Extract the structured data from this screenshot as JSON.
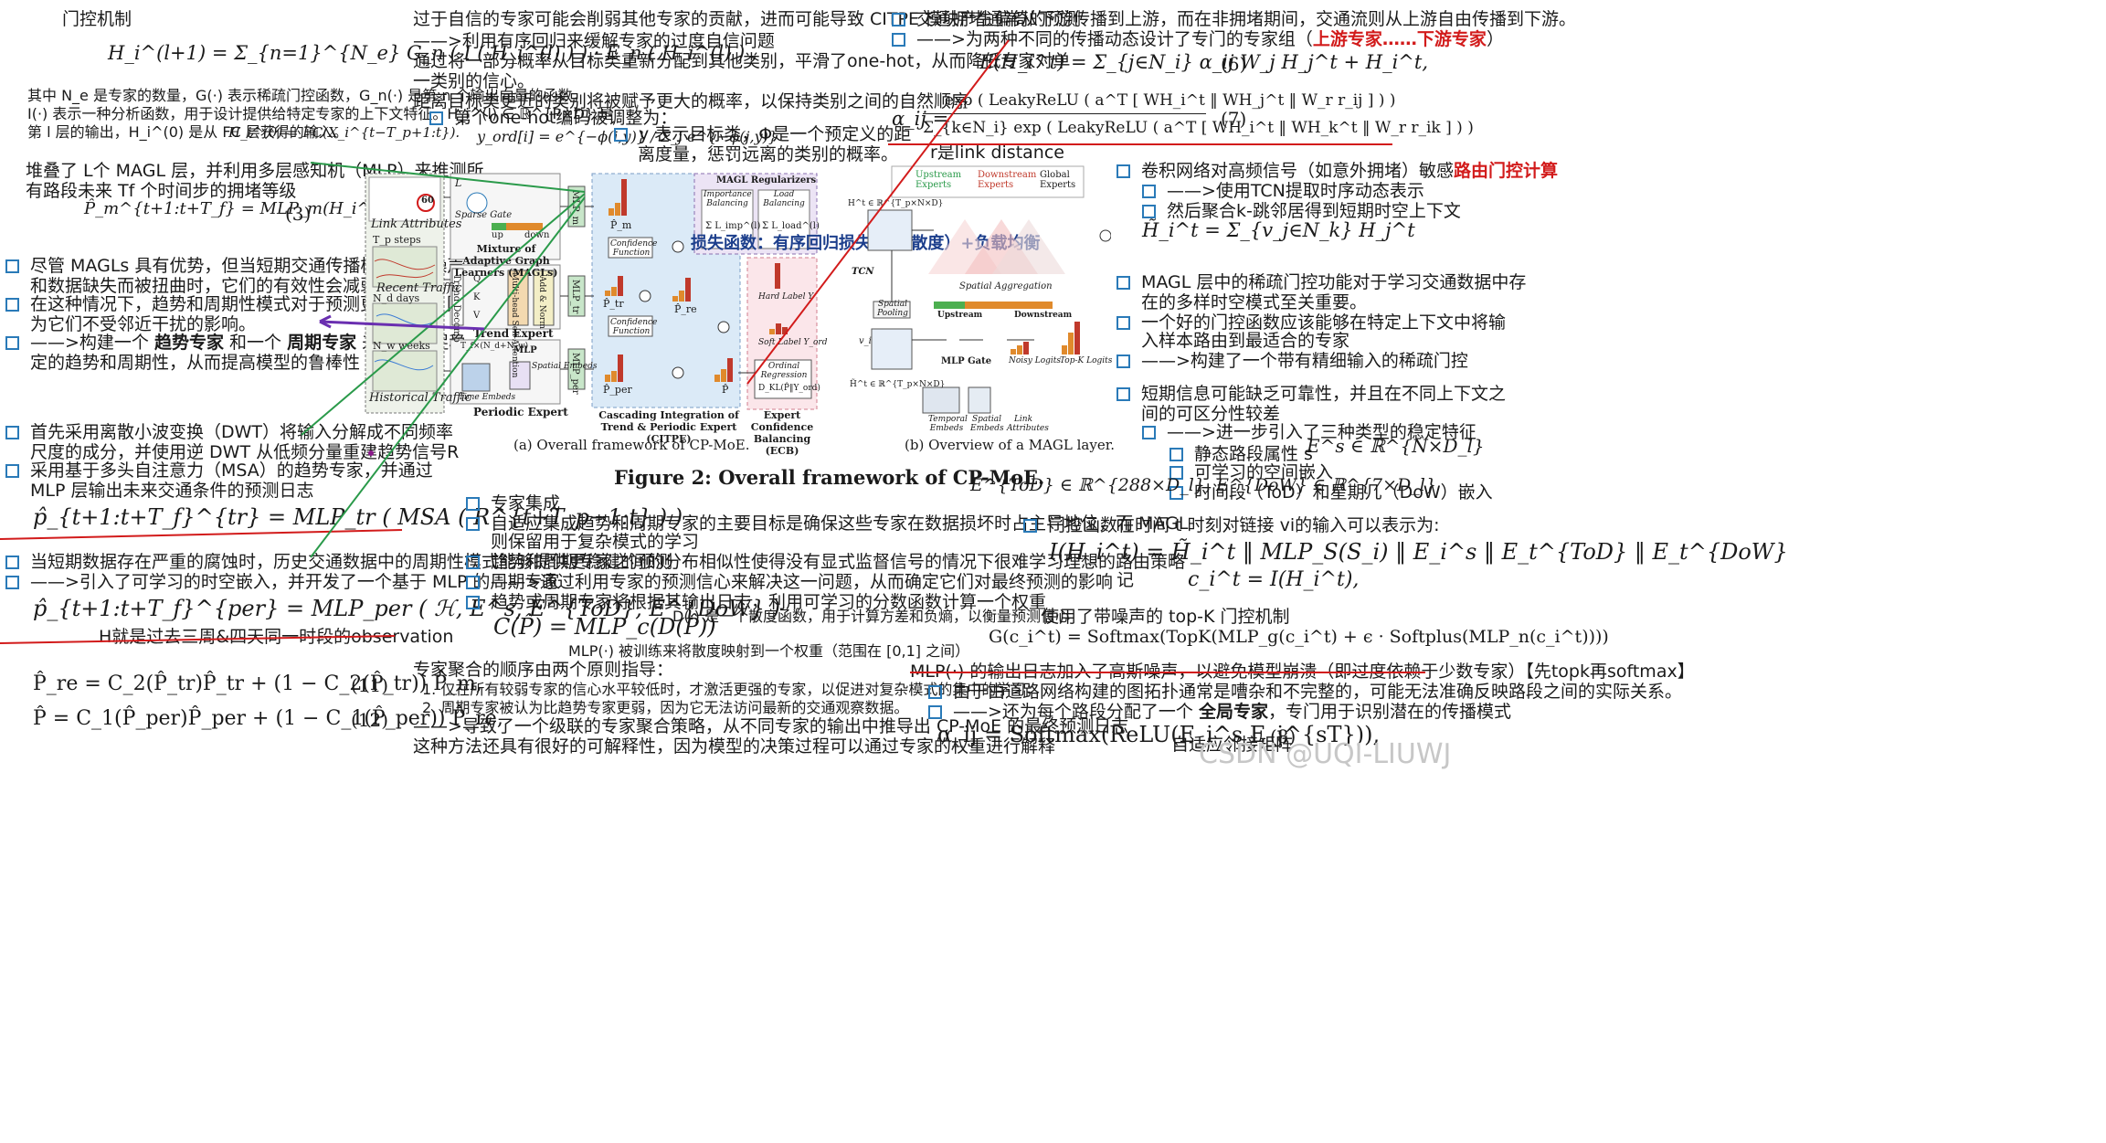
{
  "col1": {
    "heading": "门控机制",
    "eq_gate": "H_i^(l+1) = Σ_{n=1}^{N_e} G_n ( I ( H_i^(l) ) ) · E_n ( H_i^(l) ) ,",
    "para_1": "其中 N_e 是专家的数量，G(·) 表示稀疏门控函数，G_n(·) 是第 n 个输出向量的函数，",
    "para_2": "I(·) 表示一种分析函数，用于设计提供给特定专家的上下文特征。H_i^(l) ∈ ℝ^{P×D} 是",
    "para_3": "第 l 层的输出，H_i^(0) 是从 FC 层获得的输入。",
    "eq_fc": "H_i^(0) = FC(X_i^{t−T_p+1:t}).",
    "para_4": "堆叠了 L个 MAGL 层，并利用多层感知机（MLP）来推测所",
    "para_5": "有路段未来 Tf 个时间步的拥堵等级",
    "eq_mlp": "P̂_m^{t+1:t+T_f} = MLP_m(H_i^(L)).",
    "eqnum_3": "(3)",
    "items_a": [
      "尽管 MAGLs 具有优势，但当短期交通传播模式由于噪声",
      "和数据缺失而被扭曲时，它们的有效性会减弱",
      "在这种情况下，趋势和周期性模式对于预测更为有用，因",
      "为它们不受邻近干扰的影响。"
    ],
    "item_c_pre": "——>构建一个 ",
    "item_c_b1": "趋势专家",
    "item_c_mid": " 和一个 ",
    "item_c_b2": "周期专家",
    "item_c_post": " 来分别捕捉稳",
    "item_c_line2": "定的趋势和周期性，从而提高模型的鲁棒性",
    "items_b": [
      "首先采用离散小波变换（DWT）将输入分解成不同频率",
      "尺度的成分，并使用逆 DWT 从低频分量重建趋势信号R",
      "采用基于多头自注意力（MSA）的趋势专家，并通过",
      "MLP 层输出未来交通条件的预测日志"
    ],
    "eq_tr": "p̂_{t+1:t+T_f}^{tr} = MLP_tr ( MSA ( R^{t+T_p−1:t} ) )",
    "items_c": [
      "当短期数据存在严重的腐蚀时，历史交通数据中的周期性模式能够提供更稳健的预测",
      "——>引入了可学习的时空嵌入，并开发了一个基于 MLP 的周期专家"
    ],
    "eq_per": "p̂_{t+1:t+T_f}^{per} = MLP_per ( ℋ, E^s, E^{ToD}, E^{DoW} )",
    "per_note": "H就是过去三周&四天同一时段的observation",
    "eq_11": "P̂_re = C_2(P̂_tr)P̂_tr + (1 − C_2(P̂_tr)) P̂_m,",
    "eqnum_11": "(11)",
    "eq_12": "P̂ = C_1(P̂_per)P̂_per + (1 − C_1(P̂_per)) P̂_re,",
    "eqnum_12": "(12)"
  },
  "col2": {
    "lines_top": [
      "过于自信的专家可能会削弱其他专家的贡献，进而可能导致 CITPE 模块产生偏倚的预测",
      "——>利用有序回归来缓解专家的过度自信问题",
      "通过将一部分概率从目标类重新分配到其他类别，平滑了one-hot，从而降低专家对单",
      "一类别的信心。",
      "距离目标类更近的类别将被赋予更大的概率，以保持类别之间的自然顺序"
    ],
    "item_onehot": "第个one-hot编码被调整为：",
    "eq_yord": "y_ord[i] = e^{−ϕ(i,y)} / Σ_j e^{−ϕ(j,y)}",
    "item_y_1": "y 表示目标类，Φ是一个预定义的距",
    "item_y_2": "离度量，惩罚远离的类别的概率。",
    "loss_note": "损失函数：有序回归损失（KL散度）+负载均衡",
    "panel_a_caption": "(a)  Overall framework of CP-MoE.",
    "fig_title": "Figure 2: Overall framework of CP-MoE.",
    "items_moe": [
      "专家集成",
      "自适应集成趋势和周期专家的主要目标是确保这些专家在数据损坏时占主导地位，而 MAGL",
      "则保留用于复杂模式的学习",
      "趋势和周期专家之间的分布相似性使得没有显式监督信号的情况下很难学习理想的路由策略",
      "——>通过利用专家的预测信心来解决这一问题，从而确定它们对最终预测的影响",
      "趋势或周期专家将根据其输出日志，利用可学习的分数函数计算一个权重"
    ],
    "eq_c": "C(P̂) = MLP_c(D(P̂))",
    "d_note": "D(·) 是一个散度函数，用于计算方差和负熵，以衡量预测信心",
    "mlp_note": "MLP(·) 被训练来将散度映射到一个权重（范围在 [0,1] 之间）",
    "order_1": "专家聚合的顺序由两个原则指导：",
    "order_2": "1.   仅在所有较弱专家的信心水平较低时，才激活更强的专家，以促进对复杂模式的集中的学习；",
    "order_3": "2.   周期专家被认为比趋势专家更弱，因为它无法访问最新的交通观察数据。",
    "order_4": "——>导致了一个级联的专家聚合策略，从不同专家的输出中推导出 CP-MoE 的最终预测日志",
    "order_5": "这种方法还具有很好的可解释性，因为模型的决策过程可以通过专家的权重进行解释"
  },
  "col3": {
    "item_1": "交通拥堵通常从下游传播到上游，而在非拥堵期间，交通流则从上游自由传播到下游。",
    "item_2_pre": "——>为两种不同的传播动态设计了专门的专家组（",
    "item_2_red": "上游专家……下游专家",
    "item_2_post": "）",
    "eq_6": "E(H_i^t) = Σ_{j∈N_i} α_ij W_j H_j^t + H_i^t,",
    "eqnum_6": "(6)",
    "eq_7_num": "exp ( LeakyReLU ( a^T [ WH_i^t ‖ WH_j^t ‖ W_r r_ij ] ) )",
    "eq_7_den": "Σ_{k∈N_i} exp ( LeakyReLU ( a^T [ WH_i^t ‖ WH_k^t ‖ W_r r_ik ] ) )",
    "eq_7_lhs": "α_ij =",
    "eqnum_7": "(7)",
    "r_note": "r是link distance",
    "items_right": [
      "卷积网络对高频信号（如意外拥堵）敏感",
      "——>使用TCN提取时序动态表示",
      "然后聚合k-跳邻居得到短期时空上下文"
    ],
    "red_gate": "路由门控计算",
    "eq_htilde": "H̃_i^t = Σ_{v_j∈N_k} H_j^t",
    "items_right2": [
      "MAGL 层中的稀疏门控功能对于学习交通数据中存",
      "在的多样时空模式至关重要。",
      "一个好的门控函数应该能够在特定上下文中将输",
      "入样本路由到最适合的专家",
      "——>构建了一个带有精细输入的稀疏门控",
      "短期信息可能缺乏可靠性，并且在不同上下文之",
      "间的可区分性较差",
      "——>进一步引入了三种类型的稳定特征",
      "静态路段属性 s",
      "可学习的空间嵌入",
      "时间段（ToD）和星期几（DoW）嵌入"
    ],
    "eq_es": "E^s ∈ ℝ^{N×D_l}",
    "eq_etod": "E^{ToD} ∈ ℝ^{288×D_l}, E^{DoW} ∈ ℝ^{7×D_l}",
    "panel_b_caption": "(b)  Overview of a MAGL layer.",
    "gate_input": "门控函数在时间 t 时刻对链接 vi的输入可以表示为:",
    "eq_I": "I(H_i^t) = H̃_i^t ‖ MLP_S(S_i) ‖ E_i^s ‖ E_t^{ToD} ‖ E_t^{DoW}",
    "ji": "记",
    "eq_c": "c_i^t = I(H_i^t),",
    "noisy_topk": "使用了带噪声的 top-K 门控机制",
    "eq_G": "G(c_i^t) = Softmax(TopK(MLP_g(c_i^t) + ϵ · Softplus(MLP_n(c_i^t))))",
    "mlp_gauss": "MLP(·) 的输出日志加入了高斯噪声，以避免模型崩溃（即过度依赖于少数专家）【先topk再softmax】",
    "items_last": [
      "由于由道路网络构建的图拓扑通常是嘈杂和不完整的，可能无法准确反映路段之间的实际关系。",
      "——>还为每个路段分配了一个 "
    ],
    "global_expert": "全局专家",
    "global_post": "，专门用于识别潜在的传播模式",
    "eq_8": "α_ij = Softmax(ReLU(E_i^s E_j^{sT})),",
    "adj_note": "自适应邻接矩阵",
    "eqnum_8": "(8)"
  },
  "figure_a": {
    "link_attr": "Link Attributes",
    "recent": "Recent Traffic",
    "historical": "Historical Traffic",
    "tp_steps": "T_p steps",
    "nd_days": "N_d days",
    "nw_weeks": "N_w weeks",
    "speed": "60",
    "l_magl": "L",
    "sparse_gate": "Sparse Gate",
    "up": "up",
    "down": "down",
    "magl_title": "Mixture of Adaptive Graph Learners (MAGLs)",
    "trend_decomp": "Trend Decomp",
    "q": "Q",
    "k": "K",
    "v": "V",
    "msa": "Multi-head Self-Attention",
    "addnorm": "Add & Norm",
    "trend_expert": "Trend Expert",
    "tf_nd_nw": "T_f×(N_d+N_w)",
    "mlp": "MLP",
    "spatial_embeds": "Spatial Embeds",
    "time_embeds": "Time Embeds",
    "periodic_expert": "Periodic Expert",
    "mlp_m": "MLP_m",
    "mlp_tr": "MLP_tr",
    "mlp_per": "MLP_per",
    "p_m": "P̂_m",
    "p_tr": "P̂_tr",
    "p_re": "P̂_re",
    "p_per": "P̂_per",
    "p_hat": "P̂",
    "conf_fn": "Confidence Function",
    "citpe": "Cascading Integration of Trend & Periodic Expert (CITPE)",
    "magl_reg": "MAGL Regularizers",
    "imp_bal": "Importance Balancing",
    "load_bal": "Load Balancing",
    "l_imp": "Σ L_imp^(l)",
    "l_load": "Σ L_load^(l)",
    "hard_label": "Hard Label Y",
    "soft_label": "Soft Label Y_ord",
    "ord_reg": "Ordinal Regression",
    "dkl": "D_KL(P̂‖Y_ord)",
    "ecb": "Expert Confidence Balancing (ECB)"
  },
  "figure_b": {
    "upstream_experts": "Upstream Experts",
    "downstream_experts": "Downstream Experts",
    "global_experts": "Global Experts",
    "h_in": "H^t ∈ ℝ^{T_p×N×D}",
    "tcn": "TCN",
    "spatial_pooling": "Spatial Pooling",
    "vi": "v_i",
    "h_tilde": "H̃^t ∈ ℝ^{T_p×N×D}",
    "spatial_agg": "Spatial Aggregation",
    "upstream": "Upstream",
    "downstream": "Downstream",
    "mlp_gate": "MLP Gate",
    "noisy_logits": "Noisy Logits",
    "topk_logits": "Top-K Logits",
    "temporal_embeds": "Temporal Embeds",
    "spatial_embeds": "Spatial Embeds",
    "link_attributes": "Link Attributes"
  },
  "watermark": "CSDN @UQI-LIUWJ",
  "colors": {
    "accent_red": "#d21b1b",
    "checkbox_blue": "#2a7ab8",
    "arrow_green": "#2a9a4a",
    "arrow_purple": "#6a2fb0",
    "bar_red": "#c0392b",
    "bar_orange": "#e08a2c",
    "bar_green": "#4caf50",
    "panel_blue": "#dbeaf7",
    "panel_purple": "#ece4f5",
    "panel_pink": "#fbe6ea"
  }
}
